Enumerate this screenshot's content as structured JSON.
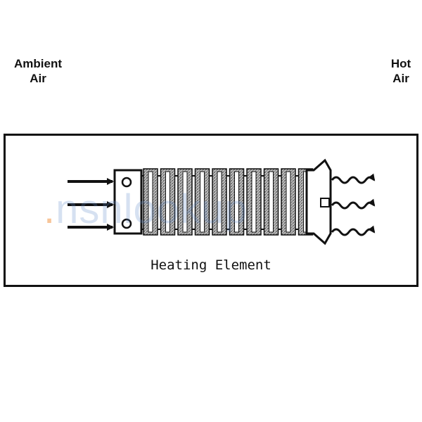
{
  "diagram": {
    "left_label": [
      "Ambient",
      "Air"
    ],
    "right_label": [
      "Hot",
      "Air"
    ],
    "caption": "Heating Element"
  },
  "watermark": {
    "text": "nsnlookup",
    "dot_color": "#f0964a",
    "text_color": "#5f8cc8"
  },
  "colors": {
    "line": "#111111",
    "coil_fill": "#9a9a9a"
  }
}
